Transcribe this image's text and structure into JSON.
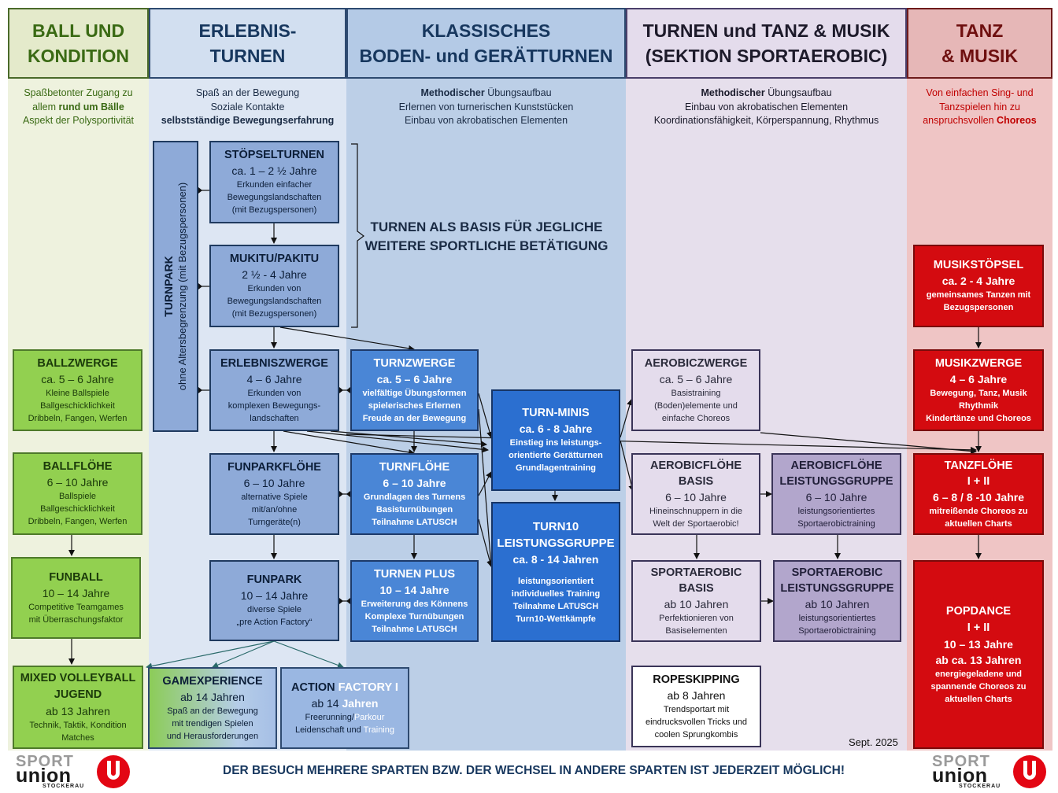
{
  "columns": {
    "ball": {
      "title": "BALL UND\nKONDITION",
      "desc": [
        "Spaßbetonter Zugang zu",
        "allem ",
        "rund um Bälle",
        "Aspekt der Polysportivität"
      ]
    },
    "erlebnis": {
      "title": "ERLEBNIS-\nTURNEN",
      "desc": [
        "Spaß an der Bewegung",
        "Soziale Kontakte",
        "selbstständige Bewegungserfahrung"
      ]
    },
    "klassisch": {
      "title": "KLASSISCHES\nBODEN- und GERÄTTURNEN",
      "desc_bold": "Methodischer",
      "desc": [
        " Übungsaufbau",
        "Erlernen von turnerischen Kunststücken",
        "Einbau von akrobatischen Elementen"
      ]
    },
    "aerobic": {
      "title": "TURNEN und TANZ & MUSIK\n(SEKTION SPORTAEROBIC)",
      "desc_bold": "Methodischer",
      "desc": [
        " Übungsaufbau",
        "Einbau von akrobatischen Elementen",
        "Koordinationsfähigkeit, Körperspannung, Rhythmus"
      ]
    },
    "tanz": {
      "title": "TANZ\n& MUSIK",
      "desc": [
        "Von einfachen Sing- und",
        "Tanzspielen hin zu",
        "anspruchsvollen ",
        "Choreos"
      ]
    }
  },
  "turnpark": {
    "title": "TURNPARK",
    "subtitle": "ohne Altersbegrenzung (mit Bezugspersonen)"
  },
  "basis_note": "TURNEN ALS BASIS FÜR JEGLICHE WEITERE SPORTLICHE BETÄTIGUNG",
  "boxes": {
    "ballzwerge": {
      "title": "BALLZWERGE",
      "age": "ca. 5 – 6 Jahre",
      "desc": [
        "Kleine Ballspiele",
        "Ballgeschicklichkeit",
        "Dribbeln, Fangen, Werfen"
      ]
    },
    "ballfloehe": {
      "title": "BALLFLÖHE",
      "age": "6 – 10 Jahre",
      "desc": [
        "Ballspiele",
        "Ballgeschicklichkeit",
        "Dribbeln, Fangen, Werfen"
      ]
    },
    "funball": {
      "title": "FUNBALL",
      "age": "10 – 14 Jahre",
      "desc": [
        "Competitive Teamgames",
        "mit Überraschungsfaktor"
      ]
    },
    "mixed": {
      "title": "MIXED VOLLEYBALL\nJUGEND",
      "age": "ab 13 Jahren",
      "desc": [
        "Technik, Taktik, Kondition",
        "Matches"
      ]
    },
    "stoepsel": {
      "title": "STÖPSELTURNEN",
      "age": "ca. 1 – 2 ½ Jahre",
      "desc": [
        "Erkunden einfacher",
        "Bewegungslandschaften",
        "(mit Bezugspersonen)"
      ]
    },
    "mukitu": {
      "title": "MUKITU/PAKITU",
      "age": "2 ½ - 4 Jahre",
      "desc": [
        "Erkunden von",
        "Bewegungslandschaften",
        "(mit Bezugspersonen)"
      ]
    },
    "erlebniszwerge": {
      "title": "ERLEBNISZWERGE",
      "age": "4 – 6 Jahre",
      "desc": [
        "Erkunden von",
        "komplexen Bewegungs-",
        "landschaften"
      ]
    },
    "funparkfloehe": {
      "title": "FUNPARKFLÖHE",
      "age": "6 – 10 Jahre",
      "desc": [
        "alternative Spiele",
        "mit/an/ohne",
        "Turngeräte(n)"
      ]
    },
    "funpark": {
      "title": "FUNPARK",
      "age": "10 – 14 Jahre",
      "desc": [
        "diverse Spiele",
        "„pre Action Factory“"
      ]
    },
    "gamexp": {
      "title": "GAMEXPERIENCE",
      "age": "ab 14 Jahren",
      "desc": [
        "Spaß an der Bewegung",
        "mit trendigen Spielen",
        "und Herausforderungen"
      ]
    },
    "action": {
      "title_a": "ACTION ",
      "title_b": "FACTORY I",
      "age_a": "ab 14 ",
      "age_b": "Jahren",
      "desc_a": "Freerunning/",
      "desc_b": "Parkour",
      "desc_c": "Leidenschaft und ",
      "desc_d": "Training"
    },
    "turnzwerge": {
      "title": "TURNZWERGE",
      "age": "ca. 5 – 6 Jahre",
      "desc": [
        "vielfältige Übungsformen",
        "spielerisches Erlernen",
        "Freude an der Bewegung"
      ]
    },
    "turnfloehe": {
      "title": "TURNFLÖHE",
      "age": "6 – 10 Jahre",
      "desc": [
        "Grundlagen des Turnens",
        "Basisturnübungen",
        "Teilnahme LATUSCH"
      ]
    },
    "turnenplus": {
      "title": "TURNEN PLUS",
      "age": "10 – 14 Jahre",
      "desc": [
        "Erweiterung des Könnens",
        "Komplexe Turnübungen",
        "Teilnahme LATUSCH"
      ]
    },
    "turnminis": {
      "title": "TURN-MINIS",
      "age": "ca. 6 - 8 Jahre",
      "desc": [
        "Einstieg ins leistungs-",
        "orientierte Gerätturnen",
        "Grundlagentraining"
      ]
    },
    "turn10": {
      "title": "TURN10\nLEISTUNGSGRUPPE",
      "age": "ca. 8 - 14 Jahren",
      "desc": [
        "leistungsorientiert",
        "individuelles Training",
        "Teilnahme LATUSCH",
        "Turn10-Wettkämpfe"
      ]
    },
    "aerobiczwerge": {
      "title": "AEROBICZWERGE",
      "age": "ca. 5 – 6 Jahre",
      "desc": [
        "Basistraining",
        "(Boden)elemente und",
        "einfache Choreos"
      ]
    },
    "aerobicfloehe_basis": {
      "title": "AEROBICFLÖHE\nBASIS",
      "age": "6 – 10 Jahre",
      "desc": [
        "Hineinschnuppern in  die",
        "Welt der Sportaerobic!"
      ]
    },
    "aerobicfloehe_lg": {
      "title": "AEROBICFLÖHE\nLEISTUNGSGRUPPE",
      "age": "6 – 10 Jahre",
      "desc": [
        "leistungsorientiertes",
        "Sportaerobictraining"
      ]
    },
    "sportaerobic_basis": {
      "title": "SPORTAEROBIC\nBASIS",
      "age": "ab 10 Jahren",
      "desc": [
        "Perfektionieren von",
        "Basiselementen"
      ]
    },
    "sportaerobic_lg": {
      "title": "SPORTAEROBIC\nLEISTUNGSGRUPPE",
      "age": "ab 10 Jahren",
      "desc": [
        "leistungsorientiertes",
        "Sportaerobictraining"
      ]
    },
    "ropeskipping": {
      "title": "ROPESKIPPING",
      "age": "ab 8 Jahren",
      "desc": [
        "Trendsportart mit",
        "eindrucksvollen Tricks und",
        "coolen Sprungkombis"
      ]
    },
    "musikstoepsel": {
      "title": "MUSIKSTÖPSEL",
      "age": "ca. 2 - 4 Jahre",
      "desc": [
        "gemeinsames Tanzen mit",
        "Bezugspersonen"
      ]
    },
    "musikzwerge": {
      "title": "MUSIKZWERGE",
      "age": "4 – 6 Jahre",
      "desc": [
        "Bewegung, Tanz, Musik",
        "Rhythmik",
        "Kindertänze und Choreos"
      ]
    },
    "tanzfloehe": {
      "title": "TANZFLÖHE\nI + II",
      "age": "6 – 8 / 8 -10 Jahre",
      "desc": [
        "mitreißende Choreos zu",
        "aktuellen Charts"
      ]
    },
    "popdance": {
      "title": "POPDANCE\nI + II",
      "age": "10 – 13 Jahre\nab ca. 13 Jahren",
      "desc": [
        "energiegeladene und",
        "spannende Choreos zu",
        "aktuellen Charts"
      ]
    }
  },
  "date": "Sept. 2025",
  "footer": "DER BESUCH MEHRERE SPARTEN BZW. DER WECHSEL IN ANDERE SPARTEN IST JEDERZEIT MÖGLICH!",
  "logo": {
    "line1": "SPORT",
    "line2": "union",
    "line3": "STOCKERAU"
  },
  "colors": {
    "green": "#92d050",
    "blue_light": "#8eaad8",
    "blue_mid": "#4a86d6",
    "blue_dark": "#2b6fd0",
    "lilac": "#e4dcec",
    "lilac_dark": "#b2a6cc",
    "red": "#d40b10"
  }
}
